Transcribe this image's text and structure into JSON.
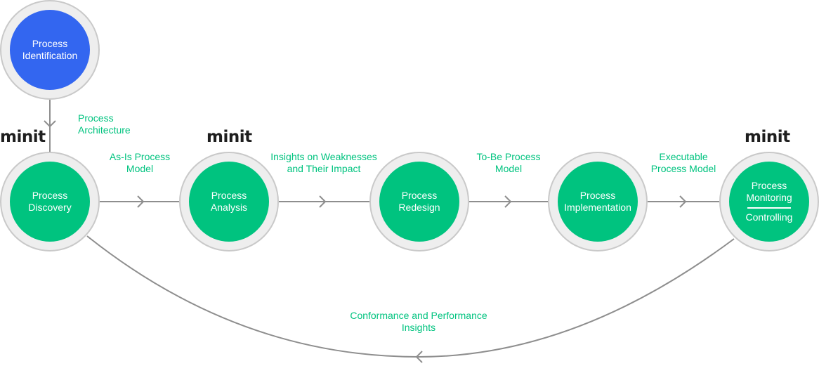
{
  "nodes": {
    "identification": {
      "line1": "Process",
      "line2": "Identification"
    },
    "discovery": {
      "line1": "Process",
      "line2": "Discovery"
    },
    "analysis": {
      "line1": "Process",
      "line2": "Analysis"
    },
    "redesign": {
      "line1": "Process",
      "line2": "Redesign"
    },
    "implementation": {
      "line1": "Process",
      "line2": "Implementation"
    },
    "monitoring": {
      "line1": "Process",
      "line2": "Monitoring",
      "line3": "Controlling"
    }
  },
  "edge_labels": {
    "architecture": {
      "line1": "Process",
      "line2": "Architecture"
    },
    "as_is": {
      "line1": "As-Is Process",
      "line2": "Model"
    },
    "insights": {
      "line1": "Insights on Weaknesses",
      "line2": "and Their Impact"
    },
    "to_be": {
      "line1": "To-Be Process",
      "line2": "Model"
    },
    "executable": {
      "line1": "Executable",
      "line2": "Process Model"
    },
    "conformance": {
      "line1": "Conformance and Performance",
      "line2": "Insights"
    }
  },
  "logos": [
    "minit",
    "minit",
    "minit"
  ],
  "colors": {
    "node_green": "#00c37f",
    "node_blue": "#3366f0",
    "ring": "#eeeeee",
    "connector": "#8e8e8e",
    "label_green": "#00c37f"
  }
}
